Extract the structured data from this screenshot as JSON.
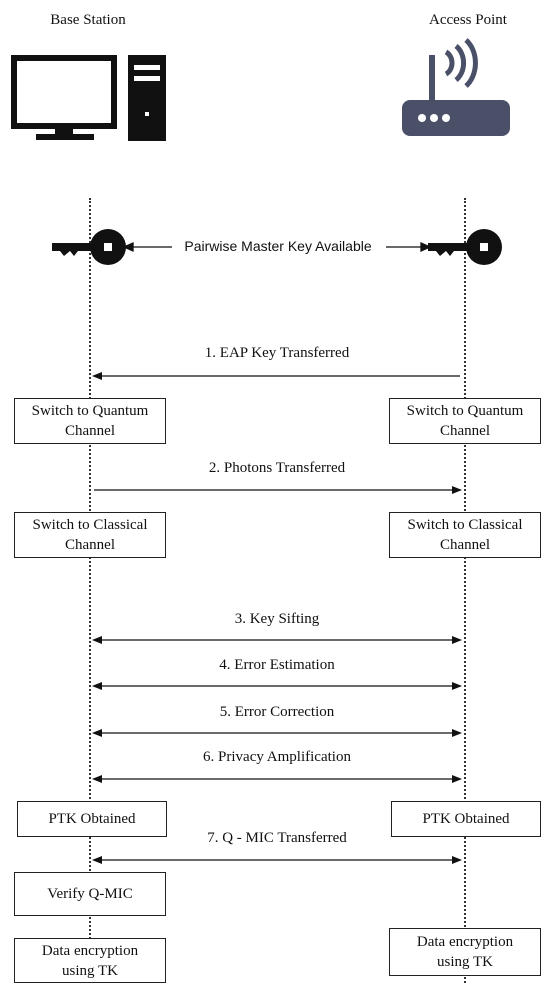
{
  "headers": {
    "base_station": "Base Station",
    "access_point": "Access Point"
  },
  "icons": {
    "computer": "desktop-computer-icon",
    "router": "wifi-router-icon",
    "key": "key-icon"
  },
  "pmk_label": "Pairwise Master Key Available",
  "messages": [
    {
      "label": "1. EAP Key Transferred",
      "direction": "left"
    },
    {
      "label": "2. Photons Transferred",
      "direction": "right"
    },
    {
      "label": "3. Key Sifting",
      "direction": "both"
    },
    {
      "label": "4. Error Estimation",
      "direction": "both"
    },
    {
      "label": "5. Error Correction",
      "direction": "both"
    },
    {
      "label": "6. Privacy Amplification",
      "direction": "both"
    },
    {
      "label": "7. Q - MIC Transferred",
      "direction": "both"
    }
  ],
  "boxes": {
    "left_quantum": "Switch to Quantum Channel",
    "right_quantum": "Switch to Quantum Channel",
    "left_classical": "Switch to Classical Channel",
    "right_classical": "Switch to Classical Channel",
    "left_ptk": "PTK Obtained",
    "right_ptk": "PTK Obtained",
    "verify": "Verify Q-MIC",
    "left_data": "Data encryption using TK",
    "right_data": "Data encryption using TK"
  }
}
